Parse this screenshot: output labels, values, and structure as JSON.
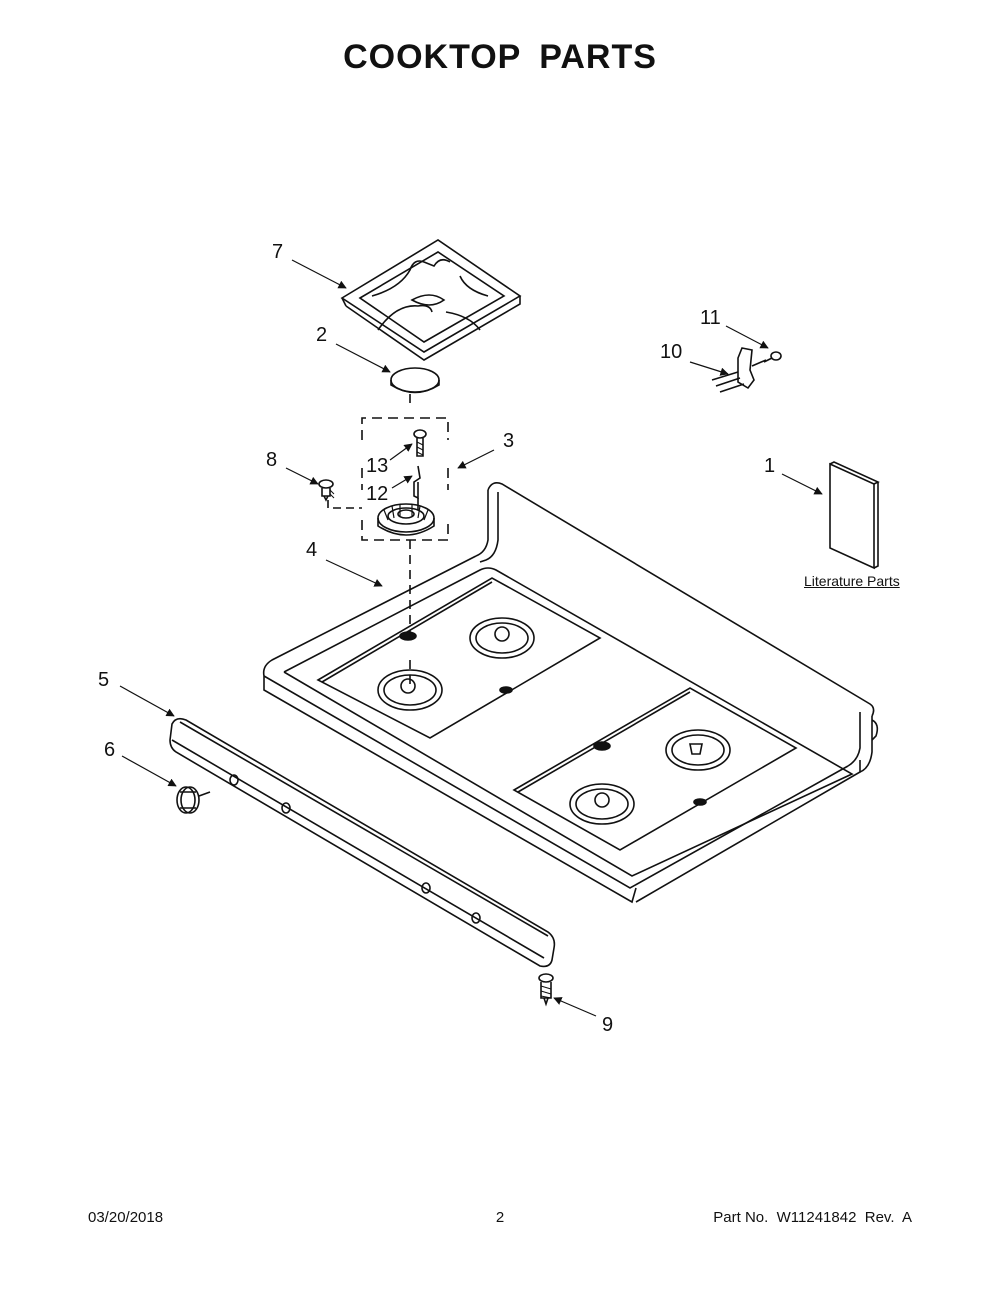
{
  "title": "COOKTOP PARTS",
  "callouts": [
    "7",
    "2",
    "11",
    "10",
    "3",
    "13",
    "8",
    "12",
    "1",
    "4",
    "5",
    "6",
    "9"
  ],
  "literature_label": "Literature Parts",
  "footer": {
    "date": "03/20/2018",
    "page": "2",
    "part_number": "Part No.  W11241842  Rev.  A"
  }
}
